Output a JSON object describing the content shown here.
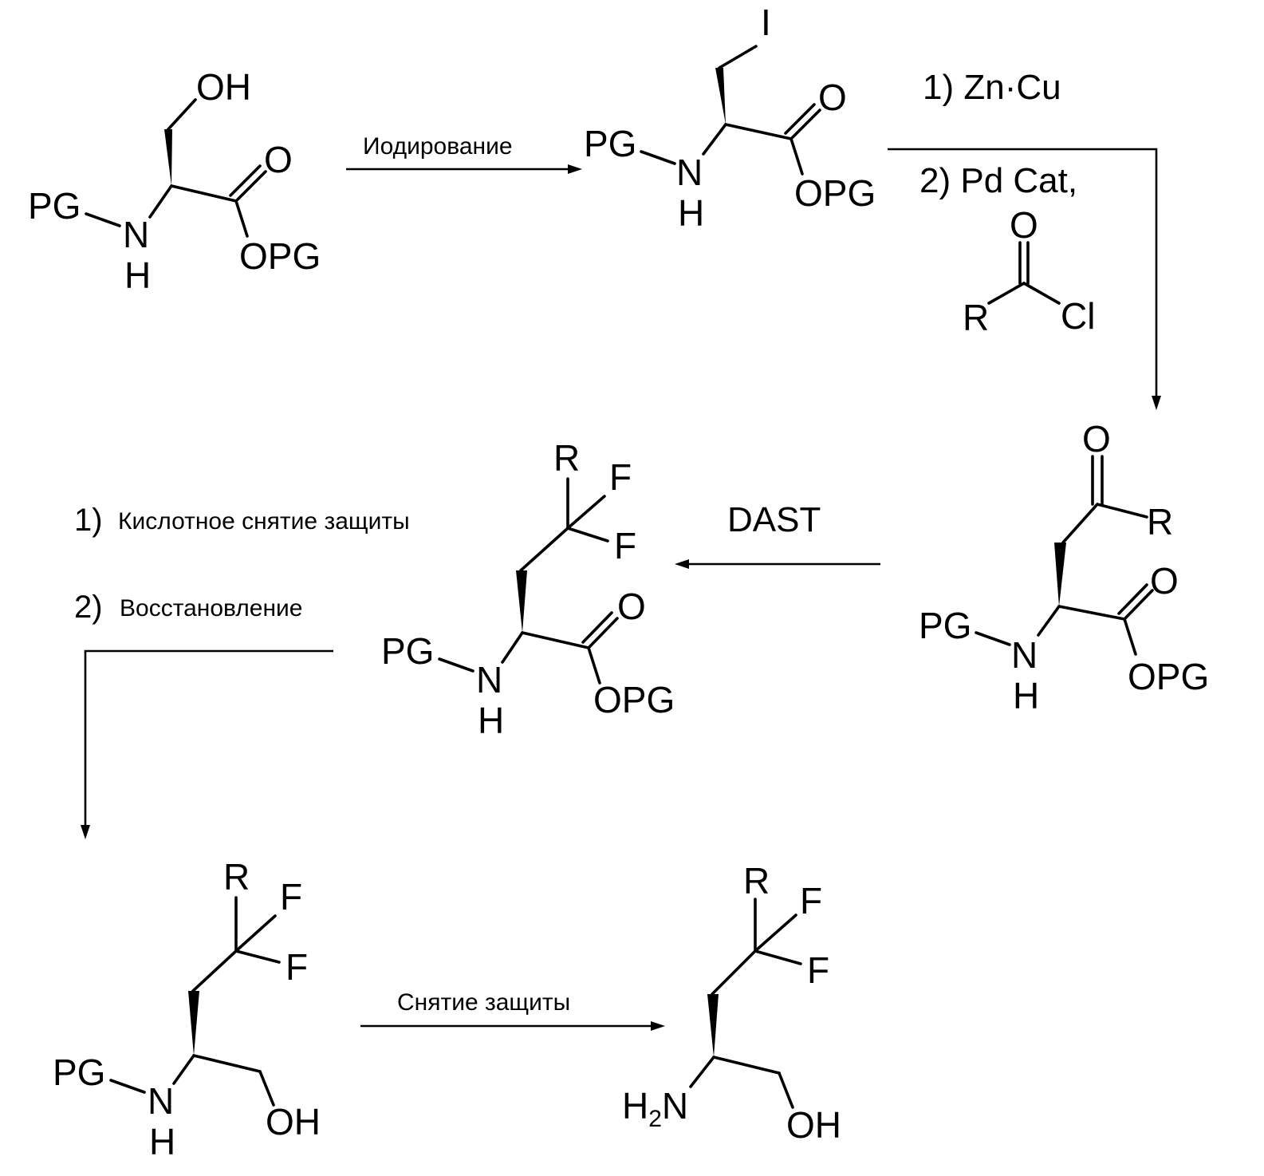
{
  "reagents": {
    "step1": "Иодирование",
    "step2_line1": "1) Zn·Cu",
    "step2_line2": "2) Pd Cat,",
    "step3": "DAST",
    "step4_num1": "1)",
    "step4_line1": "Кислотное снятие защиты",
    "step4_num2": "2)",
    "step4_line2": "Восстановление",
    "step5": "Снятие защиты"
  },
  "atoms": {
    "OH": "OH",
    "O": "O",
    "PG": "PG",
    "N": "N",
    "H": "H",
    "OPG": "OPG",
    "I": "I",
    "R": "R",
    "Cl": "Cl",
    "F": "F",
    "H2N_H": "H",
    "H2N_sub": "2",
    "H2N_N": "N"
  }
}
